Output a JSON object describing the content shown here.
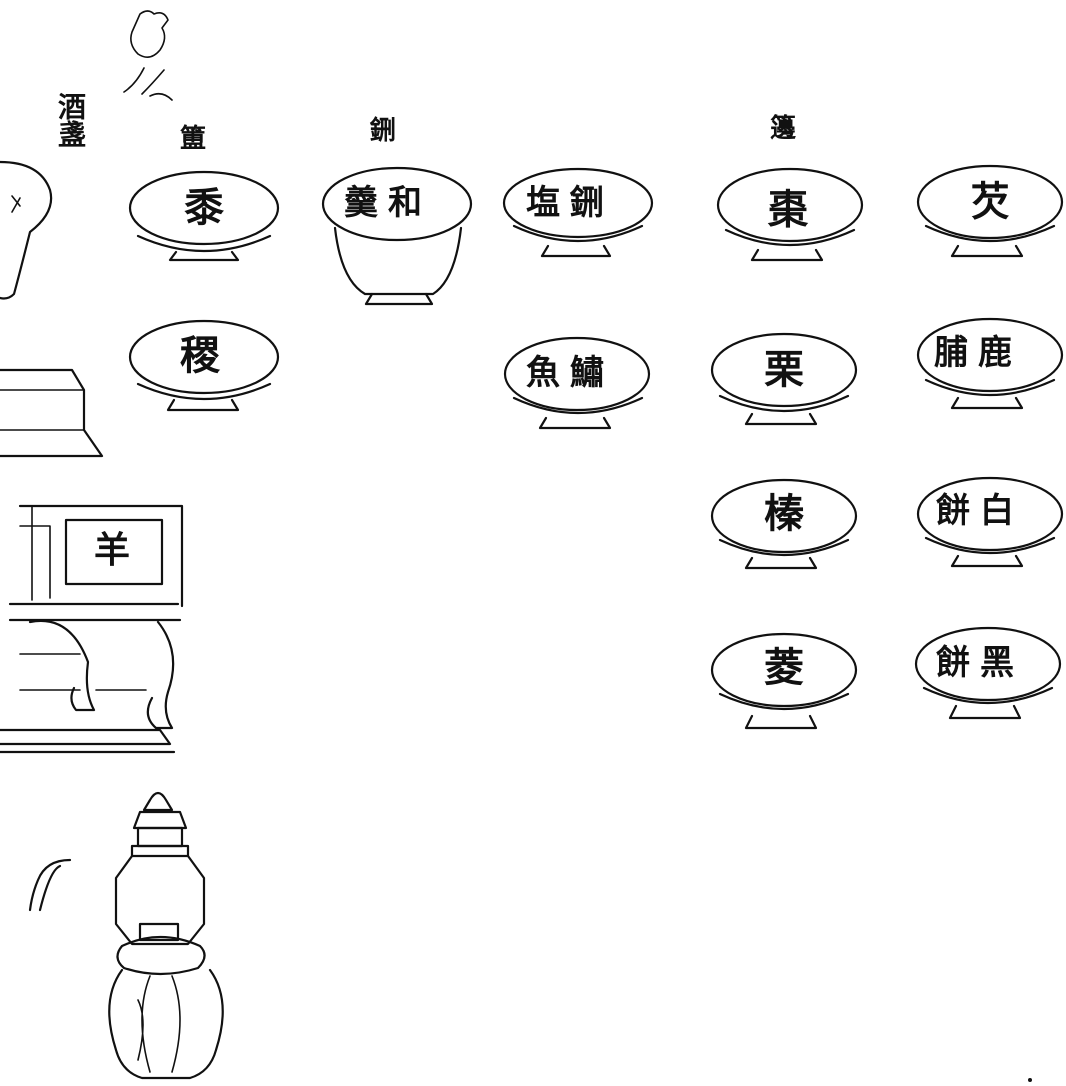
{
  "annotations": {
    "wine_cup": "酒盞",
    "deng_vessel": "簠",
    "xing_vessel": "鉶",
    "bian_vessel": "籩"
  },
  "bowls": {
    "shu": "黍",
    "ji": "稷",
    "he_geng": "羹和",
    "yan_xing": "塩鉶",
    "yu_gao": "魚鱐",
    "zao": "棗",
    "li": "栗",
    "zhen": "榛",
    "ling": "菱",
    "qian": "芡",
    "lu_fu": "脯鹿",
    "bai_bing": "餅白",
    "hei_bing": "餅黑"
  },
  "altar_table": {
    "offering": "羊"
  }
}
